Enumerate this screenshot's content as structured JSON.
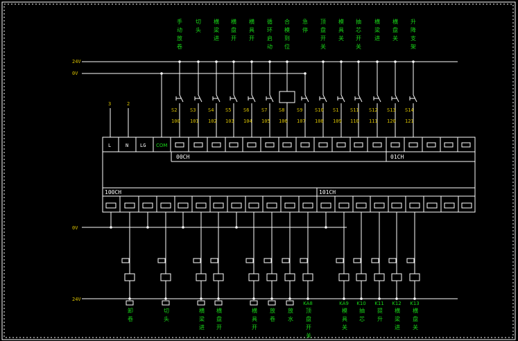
{
  "rails": {
    "top_24v": "24V",
    "top_0v": "0V",
    "bottom_0v": "0V",
    "bottom_24v": "24V"
  },
  "supply_wires": {
    "left": "3",
    "right": "2"
  },
  "terminal_block": {
    "fixed_terminals": [
      "L",
      "N",
      "LG",
      "COM"
    ],
    "channel_labels": {
      "in_00": "00CH",
      "in_01": "01CH",
      "out_100": "100CH",
      "out_101": "101CH"
    }
  },
  "inputs": [
    {
      "label": "手动放卷",
      "switch": "S2",
      "addr": "100"
    },
    {
      "label": "切头",
      "switch": "S3",
      "addr": "101"
    },
    {
      "label": "横梁进",
      "switch": "S4",
      "addr": "102"
    },
    {
      "label": "横盘开",
      "switch": "S5",
      "addr": "103"
    },
    {
      "label": "横具开",
      "switch": "S6",
      "addr": "104"
    },
    {
      "label": "循环启动",
      "switch": "S7",
      "addr": "105"
    },
    {
      "label": "合模到位",
      "switch": "S8",
      "addr": "106"
    },
    {
      "label": "急停",
      "switch": "S9",
      "addr": "107"
    },
    {
      "label": "顶盘开关",
      "switch": "S10",
      "addr": "108"
    },
    {
      "label": "模具关",
      "switch": "S1",
      "addr": "109"
    },
    {
      "label": "抽芯开关",
      "switch": "S11",
      "addr": "110"
    },
    {
      "label": "横梁进",
      "switch": "S12",
      "addr": "111"
    },
    {
      "label": "横盘关",
      "switch": "S13",
      "addr": "120"
    },
    {
      "label": "升降支架",
      "switch": "S14",
      "addr": "121"
    }
  ],
  "outputs": [
    {
      "tag": "",
      "label": "卸卷"
    },
    {
      "tag": "",
      "label": "切头"
    },
    {
      "tag": "",
      "label": "横梁进"
    },
    {
      "tag": "",
      "label": "横盘开"
    },
    {
      "tag": "",
      "label": "横具开"
    },
    {
      "tag": "",
      "label": "放卷"
    },
    {
      "tag": "",
      "label": "放水"
    },
    {
      "tag": "KA8",
      "label": "顶盘开关"
    },
    {
      "tag": "KA9",
      "label": "模具关"
    },
    {
      "tag": "K10",
      "label": "抽芯"
    },
    {
      "tag": "K11",
      "label": "提升"
    },
    {
      "tag": "K12",
      "label": "横梁进"
    },
    {
      "tag": "K13",
      "label": "横盘关"
    }
  ],
  "colors": {
    "background": "#000000",
    "wire": "#ffffff",
    "label_text": "#19d619",
    "address_text": "#d8c000"
  }
}
